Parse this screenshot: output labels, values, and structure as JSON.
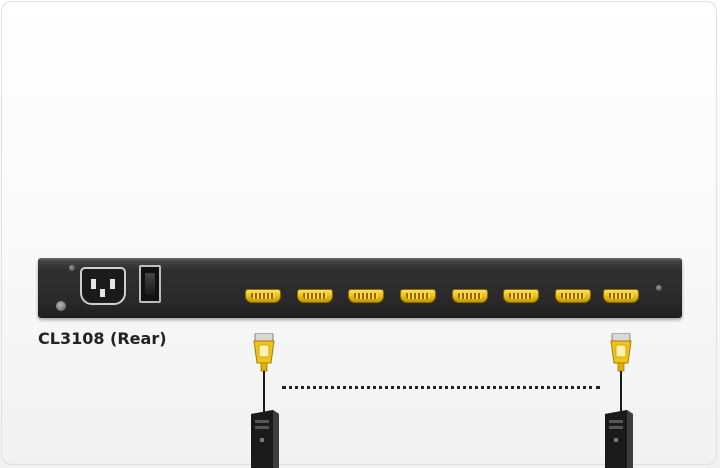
{
  "device": {
    "label": "CL3108 (Rear)",
    "port_count": 8,
    "panel_color": "#2a2a2a",
    "port_color": "#e6b800"
  },
  "connections": {
    "cable_color": "#1a1a1a",
    "link_style": "dotted"
  },
  "icons": {
    "power_socket": "power-socket-icon",
    "power_switch": "power-switch-icon",
    "ground": "ground-screw-icon",
    "vga_port": "vga-port-icon",
    "cable_connector": "vga-cable-connector-icon",
    "computer": "computer-tower-icon"
  }
}
